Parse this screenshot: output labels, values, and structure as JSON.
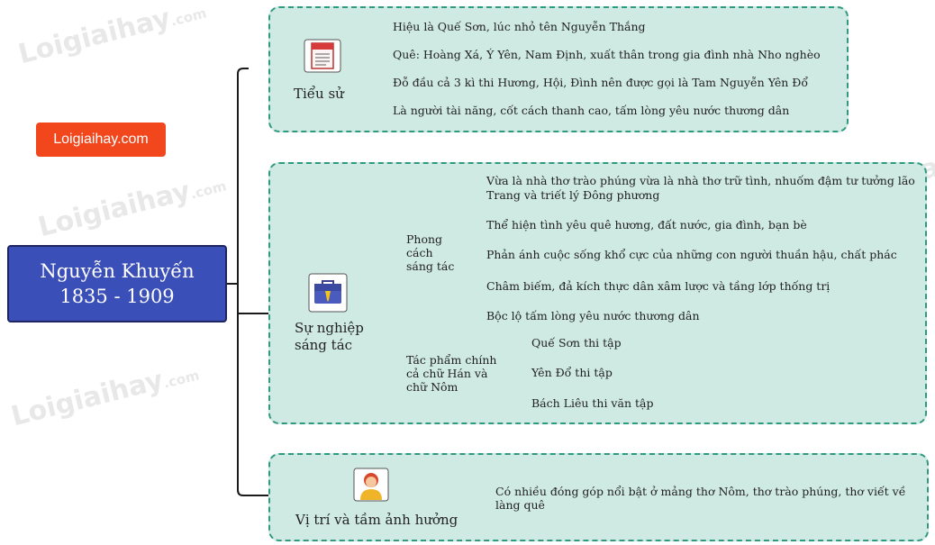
{
  "central": {
    "name": "Nguyễn Khuyến",
    "years": "1835 - 1909"
  },
  "brand": "Loigiaihay.com",
  "watermark": {
    "main": "Loigiaihay",
    "suffix": ".com"
  },
  "tieu_su": {
    "label": "Tiểu sử",
    "items": [
      "Hiệu là Quế Sơn, lúc nhỏ tên Nguyễn Thắng",
      "Quê: Hoàng Xá, Ý Yên, Nam Định, xuất thân trong gia đình nhà Nho nghèo",
      "Đỗ đầu cả 3 kì thi Hương, Hội, Đình nên được gọi là Tam Nguyễn Yên Đổ",
      "Là người tài năng, cốt cách thanh cao, tấm lòng yêu nước thương dân"
    ]
  },
  "su_nghiep": {
    "label_line1": "Sự nghiệp",
    "label_line2": "sáng tác",
    "phong_cach": {
      "label": [
        "Phong",
        "cách",
        "sáng tác"
      ],
      "items": [
        "Vừa là nhà thơ trào phúng vừa là nhà thơ trữ tình, nhuốm đậm tư tưởng lão Trang và triết lý Đông phương",
        "Thể hiện tình yêu quê hương, đất nước, gia đình, bạn bè",
        "Phản ánh cuộc sống khổ cực của những con người thuần hậu, chất phác",
        "Châm biếm, đả kích thực dân xâm lược và tầng lớp thống trị",
        "Bộc lộ tấm lòng yêu nước thương dân"
      ]
    },
    "tac_pham": {
      "label": [
        "Tác phẩm chính",
        "cả chữ Hán và",
        "chữ Nôm"
      ],
      "items": [
        "Quế Sơn thi tập",
        "Yên Đổ thi tập",
        "Bách Liêu thi văn tập"
      ]
    }
  },
  "vi_tri": {
    "label": "Vị trí và tầm ảnh hưởng",
    "item": "Có nhiều đóng góp nổi bật ở mảng thơ Nôm, thơ trào phúng, thơ viết về làng quê"
  },
  "colors": {
    "section_fill": "#cfe9e3",
    "section_border": "#2f9a7f",
    "central_fill": "#3b4fb8",
    "brand_fill": "#f2471d"
  }
}
